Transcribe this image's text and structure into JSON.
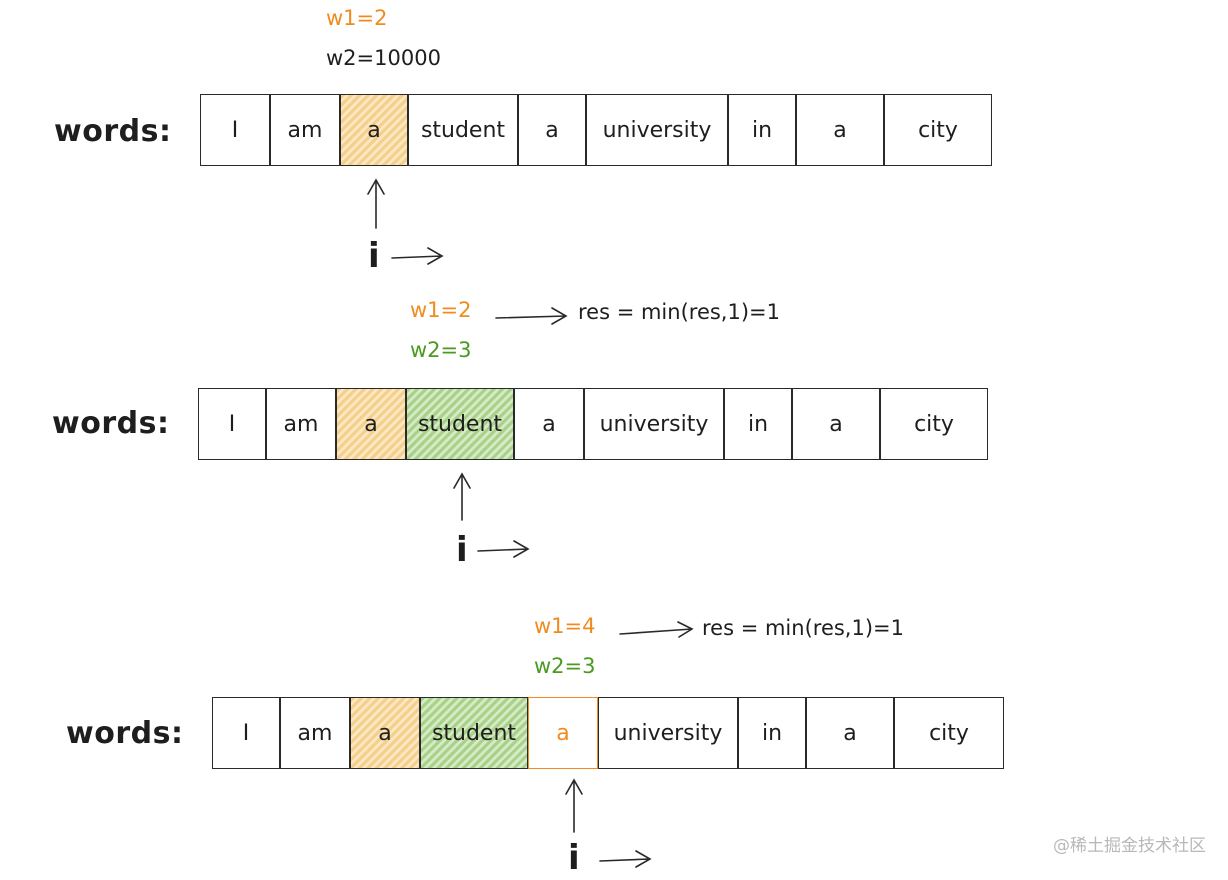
{
  "rows": [
    {
      "label": "words:",
      "w1": "w1=2",
      "w2": "w2=10000",
      "res": "",
      "cells": [
        "I",
        "am",
        "a",
        "student",
        "a",
        "university",
        "in",
        "a",
        "city"
      ],
      "pointer": "i"
    },
    {
      "label": "words:",
      "w1": "w1=2",
      "w2": "w2=3",
      "res": "res = min(res,1)=1",
      "cells": [
        "I",
        "am",
        "a",
        "student",
        "a",
        "university",
        "in",
        "a",
        "city"
      ],
      "pointer": "i"
    },
    {
      "label": "words:",
      "w1": "w1=4",
      "w2": "w2=3",
      "res": "res = min(res,1)=1",
      "cells": [
        "I",
        "am",
        "a",
        "student",
        "a",
        "university",
        "in",
        "a",
        "city"
      ],
      "pointer": "i"
    }
  ],
  "colors": {
    "w1": "#f08c1e",
    "w2_green": "#4a9a1f",
    "highlight_orange": "#fbe7c2",
    "highlight_green": "#d5eac5"
  },
  "watermark": "@稀土掘金技术社区"
}
